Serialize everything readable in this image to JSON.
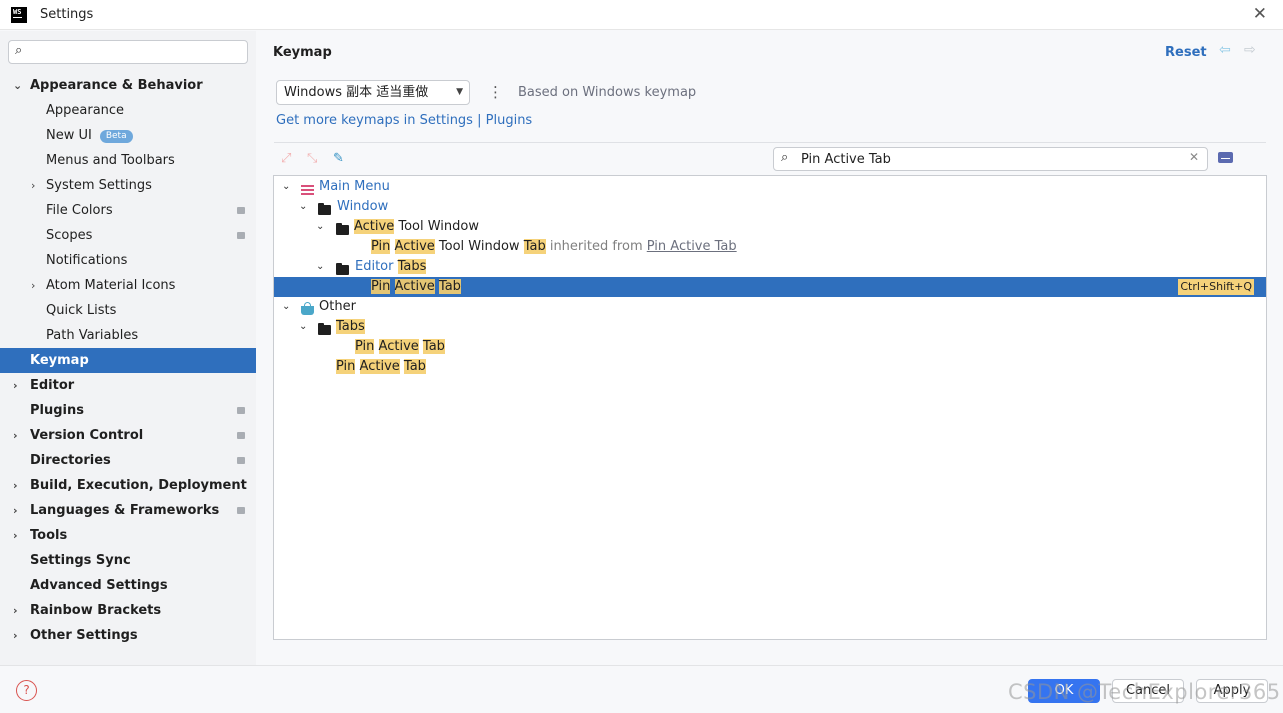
{
  "window": {
    "title": "Settings",
    "logo": "WS"
  },
  "sidebar": {
    "search": {
      "value": "",
      "placeholder": ""
    },
    "items": [
      {
        "label": "Appearance & Behavior",
        "bold": true,
        "expanded": true
      },
      {
        "label": "Appearance"
      },
      {
        "label": "New UI",
        "badge": "Beta"
      },
      {
        "label": "Menus and Toolbars"
      },
      {
        "label": "System Settings"
      },
      {
        "label": "File Colors"
      },
      {
        "label": "Scopes"
      },
      {
        "label": "Notifications"
      },
      {
        "label": "Atom Material Icons"
      },
      {
        "label": "Quick Lists"
      },
      {
        "label": "Path Variables"
      },
      {
        "label": "Keymap",
        "selected": true
      },
      {
        "label": "Editor"
      },
      {
        "label": "Plugins"
      },
      {
        "label": "Version Control"
      },
      {
        "label": "Directories"
      },
      {
        "label": "Build, Execution, Deployment"
      },
      {
        "label": "Languages & Frameworks"
      },
      {
        "label": "Tools"
      },
      {
        "label": "Settings Sync"
      },
      {
        "label": "Advanced Settings"
      },
      {
        "label": "Rainbow Brackets"
      },
      {
        "label": "Other Settings"
      }
    ]
  },
  "main": {
    "title": "Keymap",
    "reset_label": "Reset",
    "keymap_select": {
      "value": "Windows 副本 适当重做"
    },
    "based_on": "Based on Windows keymap",
    "get_more_link": "Get more keymaps in Settings",
    "plugins_link": "Plugins",
    "search": {
      "value": "Pin Active Tab"
    },
    "tree": {
      "main_menu": "Main Menu",
      "window": "Window",
      "active": "Active",
      "tool_window": " Tool Window",
      "pin": "Pin",
      "tab": "Tab",
      "inherited_from": " inherited from ",
      "inherited_link": "Pin Active Tab",
      "editor": "Editor ",
      "tabs": "Tabs",
      "shortcut": "Ctrl+Shift+Q",
      "other": "Other"
    }
  },
  "footer": {
    "help": "?",
    "ok": "OK",
    "cancel": "Cancel",
    "apply": "Apply",
    "watermark": "CSDN @TechExplorer365"
  }
}
